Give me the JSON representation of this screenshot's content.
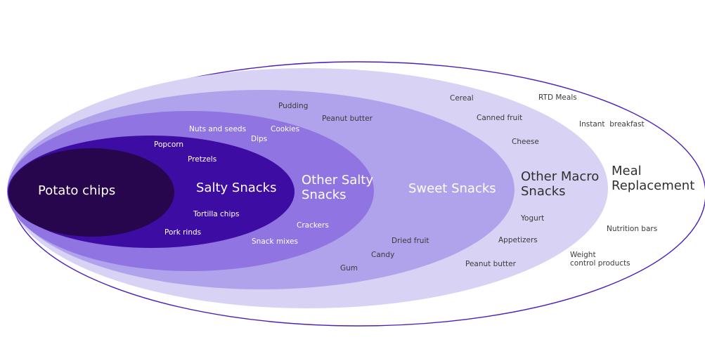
{
  "colors": {
    "outline": "#4e1fb8",
    "meal_replacement": "#ffffff",
    "other_macro_snacks": "#d8d3f4",
    "sweet_snacks": "#b0a3ec",
    "other_salty_snacks": "#8f74e2",
    "salty_snacks": "#3d0ca2",
    "potato_chips": "#28064e"
  },
  "layers": {
    "meal_replacement": {
      "title": "Meal\nReplacement",
      "items": [
        "RTD Meals",
        "Instant  breakfast",
        "Nutrition bars",
        "Weight\ncontrol products"
      ]
    },
    "other_macro_snacks": {
      "title": "Other Macro\nSnacks",
      "items": [
        "Cereal",
        "Canned fruit",
        "Cheese",
        "Yogurt",
        "Appetizers",
        "Peanut butter"
      ]
    },
    "sweet_snacks": {
      "title": "Sweet Snacks",
      "items": [
        "Pudding",
        "Peanut butter",
        "Dried fruit",
        "Candy",
        "Gum"
      ]
    },
    "other_salty_snacks": {
      "title": "Other Salty\nSnacks",
      "items": [
        "Nuts and seeds",
        "Cookies",
        "Dips",
        "Crackers",
        "Snack mixes"
      ]
    },
    "salty_snacks": {
      "title": "Salty Snacks",
      "items": [
        "Popcorn",
        "Pretzels",
        "Tortilla chips",
        "Pork rinds"
      ]
    },
    "potato_chips": {
      "title": "Potato chips"
    }
  }
}
